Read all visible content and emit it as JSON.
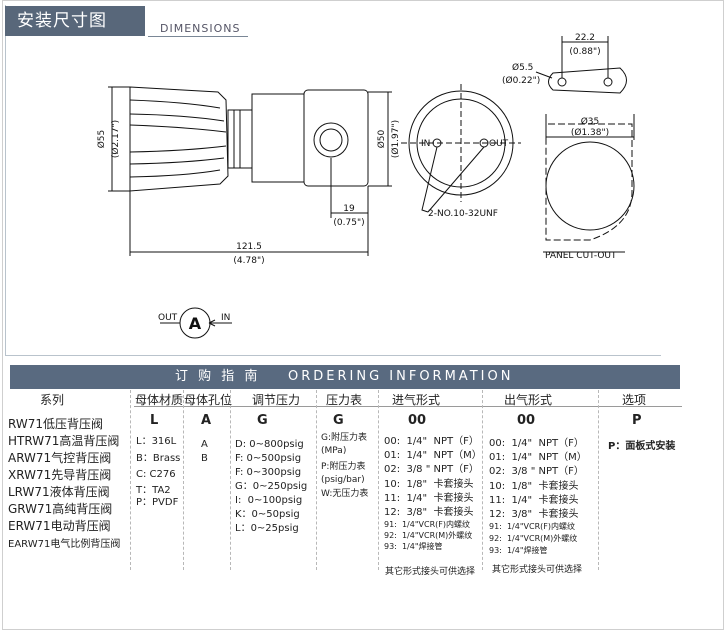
{
  "header": {
    "title_cn": "安装尺寸图",
    "title_en": "DIMENSIONS"
  },
  "drawing": {
    "height_mm": "Ø55",
    "height_in": "(Ø2.17\")",
    "body_mm": "Ø50",
    "body_in": "(Ø1.97\")",
    "port_offset_mm": "19",
    "port_offset_in": "(0.75\")",
    "length_mm": "121.5",
    "length_in": "(4.78\")",
    "port_in": "IN",
    "port_out": "OUT",
    "hole_note": "2-NO.10-32UNF",
    "slot_mm": "22.2",
    "slot_in": "(0.88\")",
    "hole_mm": "Ø5.5",
    "hole_in": "(Ø0.22\")",
    "cutout_mm": "Ø35",
    "cutout_in": "(Ø1.38\")",
    "cutout_label": "PANEL CUT-OUT",
    "symbol_letter": "A",
    "symbol_out": "OUT",
    "symbol_in": "IN"
  },
  "ordering": {
    "banner_cn": "订 购 指 南",
    "banner_en": "ORDERING  INFORMATION",
    "columns": [
      "系列",
      "母体材质",
      "母体孔位",
      "调节压力",
      "压力表",
      "进气形式",
      "出气形式",
      "选项"
    ],
    "codes": [
      "L",
      "A",
      "G",
      "G",
      "00",
      "00",
      "P"
    ],
    "series": [
      "RW71低压背压阀",
      "HTRW71高温背压阀",
      "ARW71气控背压阀",
      "XRW71先导背压阀",
      "LRW71液体背压阀",
      "GRW71高纯背压阀",
      "ERW71电动背压阀",
      "EARW71电气比例背压阀"
    ],
    "material": [
      "L：316L",
      "B：Brass",
      "C: C276",
      "T：TA2",
      "P：PVDF"
    ],
    "port_position": [
      "A",
      "B"
    ],
    "pressure": [
      "D: 0~800psig",
      "F: 0~500psig",
      "F: 0~300psig",
      "G：0~250psig",
      "I:  0~100psig",
      "K：0~50psig",
      "L：0~25psig"
    ],
    "gauge": [
      "G:附压力表",
      "(MPa)",
      "P:附压力表",
      "(psig/bar)",
      "W:无压力表"
    ],
    "inlet": [
      "00:  1/4\"  NPT（F）",
      "01:  1/4\"  NPT（M）",
      "02:  3/8 \" NPT（F）",
      "10:  1/8\"  卡套接头",
      "11:  1/4\"  卡套接头",
      "12:  3/8\"  卡套接头",
      "91:  1/4\"VCR(F)内螺纹",
      "92:  1/4\"VCR(M)外螺纹",
      "93:  1/4\"焊接管"
    ],
    "outlet": [
      "00:  1/4\"  NPT（F）",
      "01:  1/4\"  NPT（M）",
      "02:  3/8 \" NPT（F）",
      "10:  1/8\"  卡套接头",
      "11:  1/4\"  卡套接头",
      "12:  3/8\"  卡套接头",
      "91:  1/4\"VCR(F)内螺纹",
      "92:  1/4\"VCR(M)外螺纹",
      "93:  1/4\"焊接管"
    ],
    "option": [
      "P：面板式安装"
    ],
    "inlet_note": "其它形式接头可供选择",
    "outlet_note": "其它形式接头可供选择"
  }
}
